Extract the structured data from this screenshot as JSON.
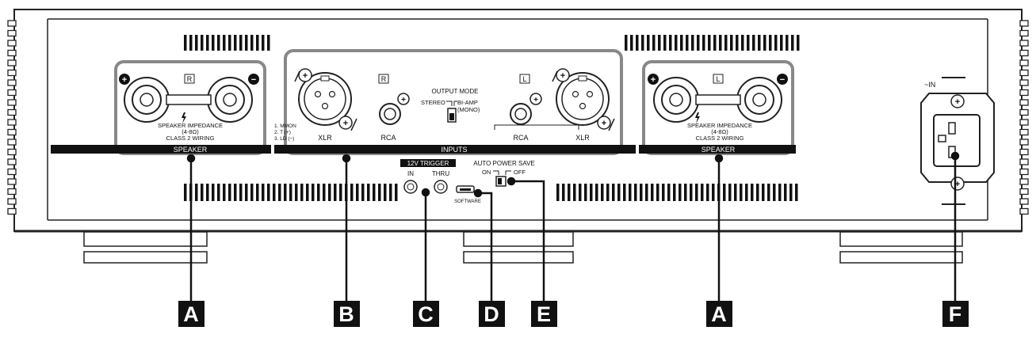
{
  "speaker_left": {
    "channel": "R",
    "impedance_line1": "SPEAKER IMPEDANCE",
    "impedance_line2": "(4-8Ω)",
    "impedance_line3": "CLASS 2 WIRING",
    "bar_label": "SPEAKER",
    "plus_symbol": "+",
    "minus_symbol": "−"
  },
  "speaker_right": {
    "channel": "L",
    "impedance_line1": "SPEAKER IMPEDANCE",
    "impedance_line2": "(4-8Ω)",
    "impedance_line3": "CLASS 2 WIRING",
    "bar_label": "SPEAKER",
    "plus_symbol": "+",
    "minus_symbol": "−"
  },
  "inputs": {
    "bar_label": "INPUTS",
    "xlr_left_label": "XLR",
    "xlr_right_label": "XLR",
    "rca_left_label": "RCA",
    "rca_right_label": "RCA",
    "rca_left_channel": "R",
    "rca_right_channel": "L",
    "pin_line1": "1.  MMON",
    "pin_line2": "2.  T (+)",
    "pin_line3": "3.  LD (−)",
    "output_mode_title": "OUTPUT MODE",
    "output_mode_stereo": "STEREO",
    "output_mode_biamp1": "BI-AMP",
    "output_mode_biamp2": "(MONO)"
  },
  "trigger": {
    "title": "12V TRIGGER",
    "in_label": "IN",
    "thru_label": "THRU"
  },
  "usb": {
    "label": "SOFTWARE"
  },
  "auto_power": {
    "title": "AUTO POWER SAVE",
    "on_label": "ON",
    "off_label": "OFF"
  },
  "power_inlet": {
    "label": "~IN"
  },
  "callouts": [
    "A",
    "B",
    "C",
    "D",
    "E",
    "A",
    "F"
  ]
}
